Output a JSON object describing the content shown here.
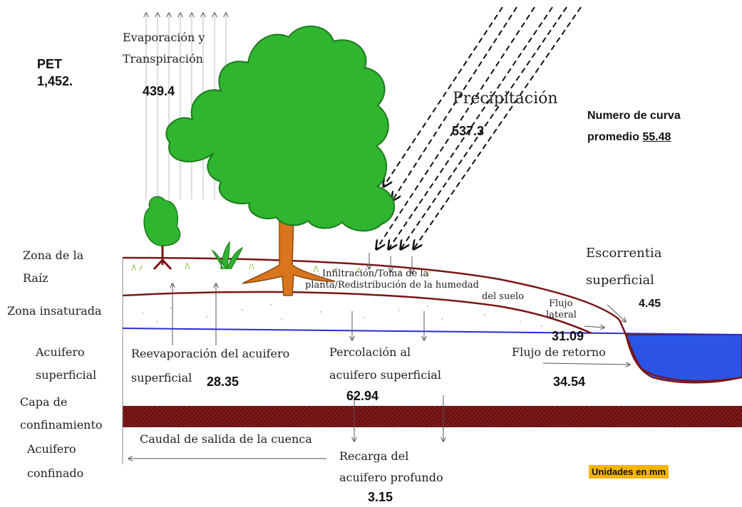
{
  "pet": {
    "label": "PET",
    "value": "1,452."
  },
  "evapotranspiration": {
    "label_line1": "Evaporación y",
    "label_line2": "Transpiración",
    "value": "439.4"
  },
  "precipitation": {
    "label": "Precipitación",
    "value": "537.3"
  },
  "curve_number": {
    "label_line1": "Numero de curva",
    "label_line2": "promedio",
    "value": "55.48"
  },
  "zones": {
    "root_line1": "Zona de la",
    "root_line2": "Raíz",
    "unsaturated": "Zona insaturada",
    "shallow_line1": "Acuifero",
    "shallow_line2": "superficial",
    "confining_line1": "Capa de",
    "confining_line2": "confinamiento",
    "confined_line1": "Acuifero",
    "confined_line2": "confinado"
  },
  "infiltration": {
    "line1": "Infiltración/Toma de la",
    "line2": "planta/Redistribución de la humedad",
    "line3": "del suelo"
  },
  "surface_runoff": {
    "line1": "Escorrentia",
    "line2": "superficial",
    "value": "4.45"
  },
  "lateral_flow": {
    "line1": "Flujo",
    "line2": "lateral",
    "value": "31.09"
  },
  "return_flow": {
    "label": "Flujo de retorno",
    "value": "34.54"
  },
  "revap": {
    "line1": "Reevaporación del acuifero",
    "line2": "superficial",
    "value": "28.35"
  },
  "percolation": {
    "line1": "Percolación al",
    "line2": "acuifero superficial",
    "value": "62.94"
  },
  "basin_outflow": {
    "label": "Caudal de salida de la cuenca"
  },
  "deep_recharge": {
    "line1": "Recarga del",
    "line2": "acuifero profundo",
    "value": "3.15"
  },
  "units": {
    "label": "Unidades en mm",
    "color": "#f5b400"
  },
  "colors": {
    "foliage": "#2fb52f",
    "trunk": "#d9751c",
    "soil_line": "#7a1515",
    "water": "#2b54e6",
    "confining": "#6b1010"
  }
}
